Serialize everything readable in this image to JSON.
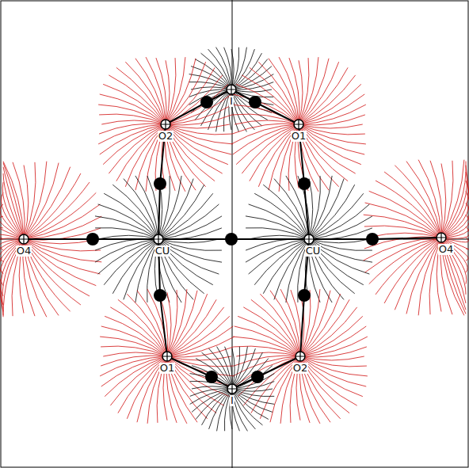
{
  "diagram": {
    "labels": [
      "I",
      "O2",
      "O1",
      "O4",
      "CU",
      "CU",
      "O4",
      "O1",
      "O2",
      "I"
    ]
  }
}
